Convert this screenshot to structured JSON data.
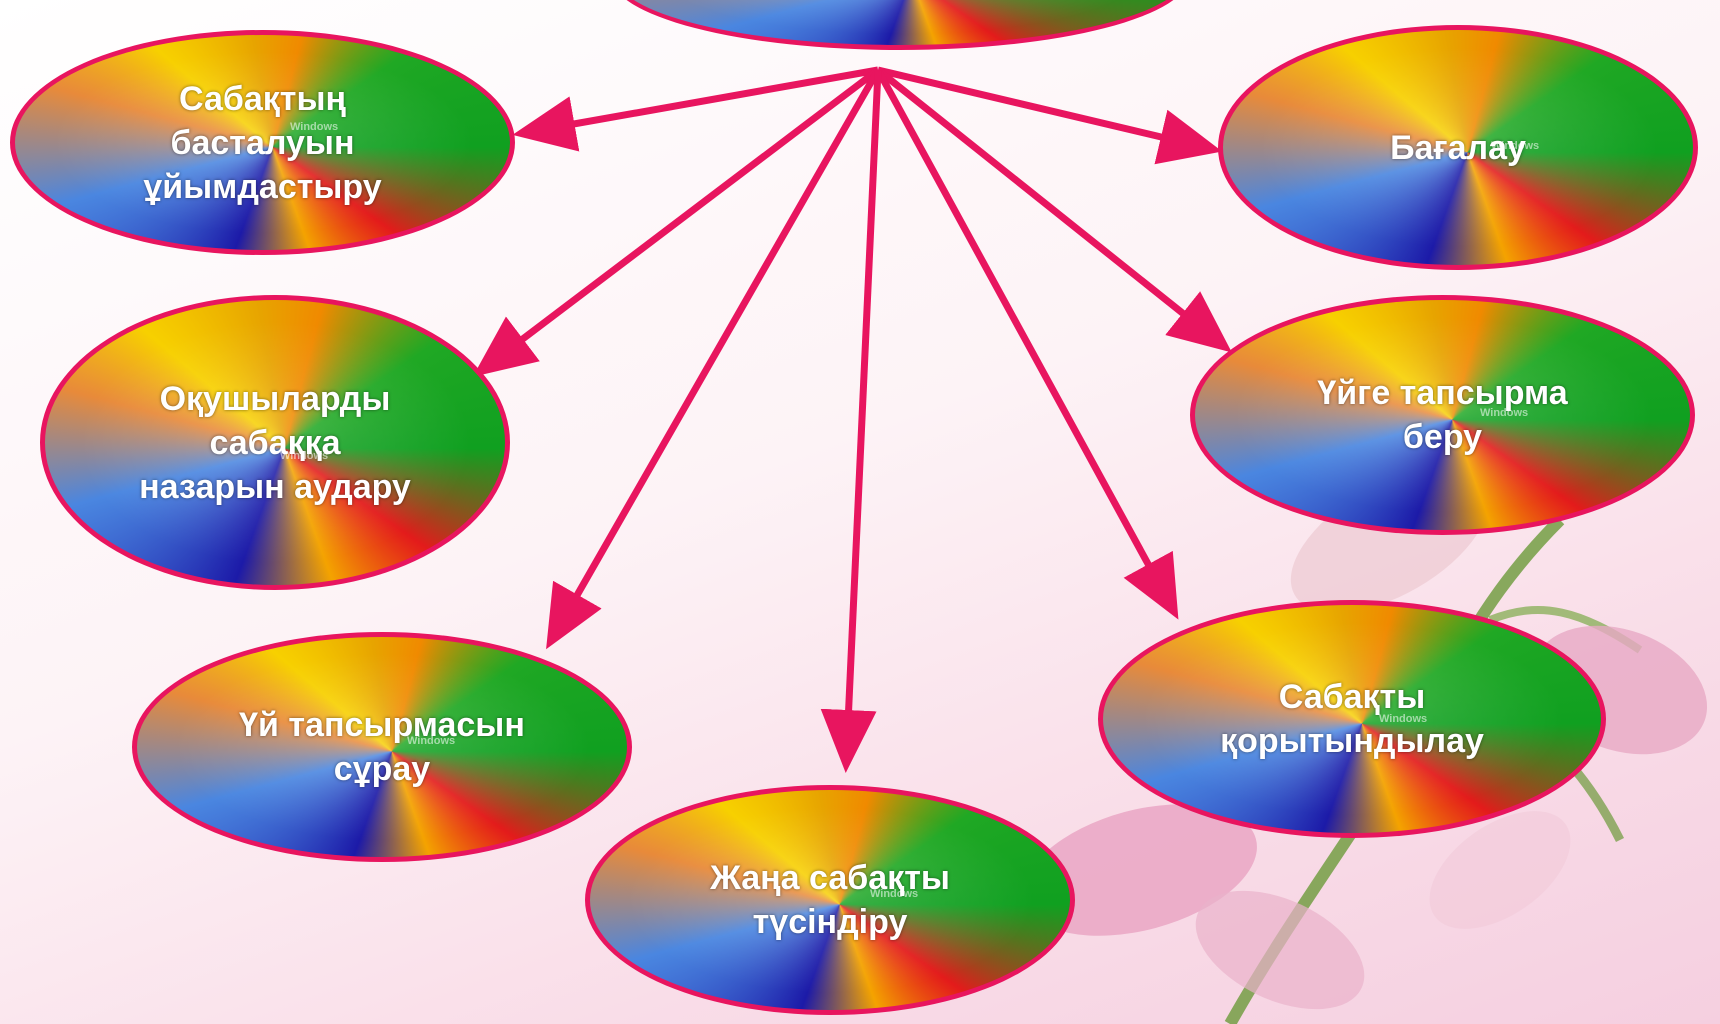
{
  "nodes": [
    {
      "id": "top",
      "label": ""
    },
    {
      "id": "organize",
      "label": "Сабақтың басталуын ұйымдастыру"
    },
    {
      "id": "attention",
      "label": "Оқушыларды сабаққа назарын аудару"
    },
    {
      "id": "ask-homework",
      "label": "Үй тапсырмасын сұрау"
    },
    {
      "id": "explain",
      "label": "Жаңа сабақты түсіндіру"
    },
    {
      "id": "summarize",
      "label": "Сабақты қорытындылау"
    },
    {
      "id": "homework",
      "label": "Үйге тапсырма беру"
    },
    {
      "id": "grading",
      "label": "Бағалау"
    }
  ],
  "watermark_text": "Windows",
  "colors": {
    "arrow": "#e8155f",
    "node_border": "#e8155f",
    "label": "#ffffff"
  },
  "icons": {
    "background_decoration": "flower-icon"
  }
}
